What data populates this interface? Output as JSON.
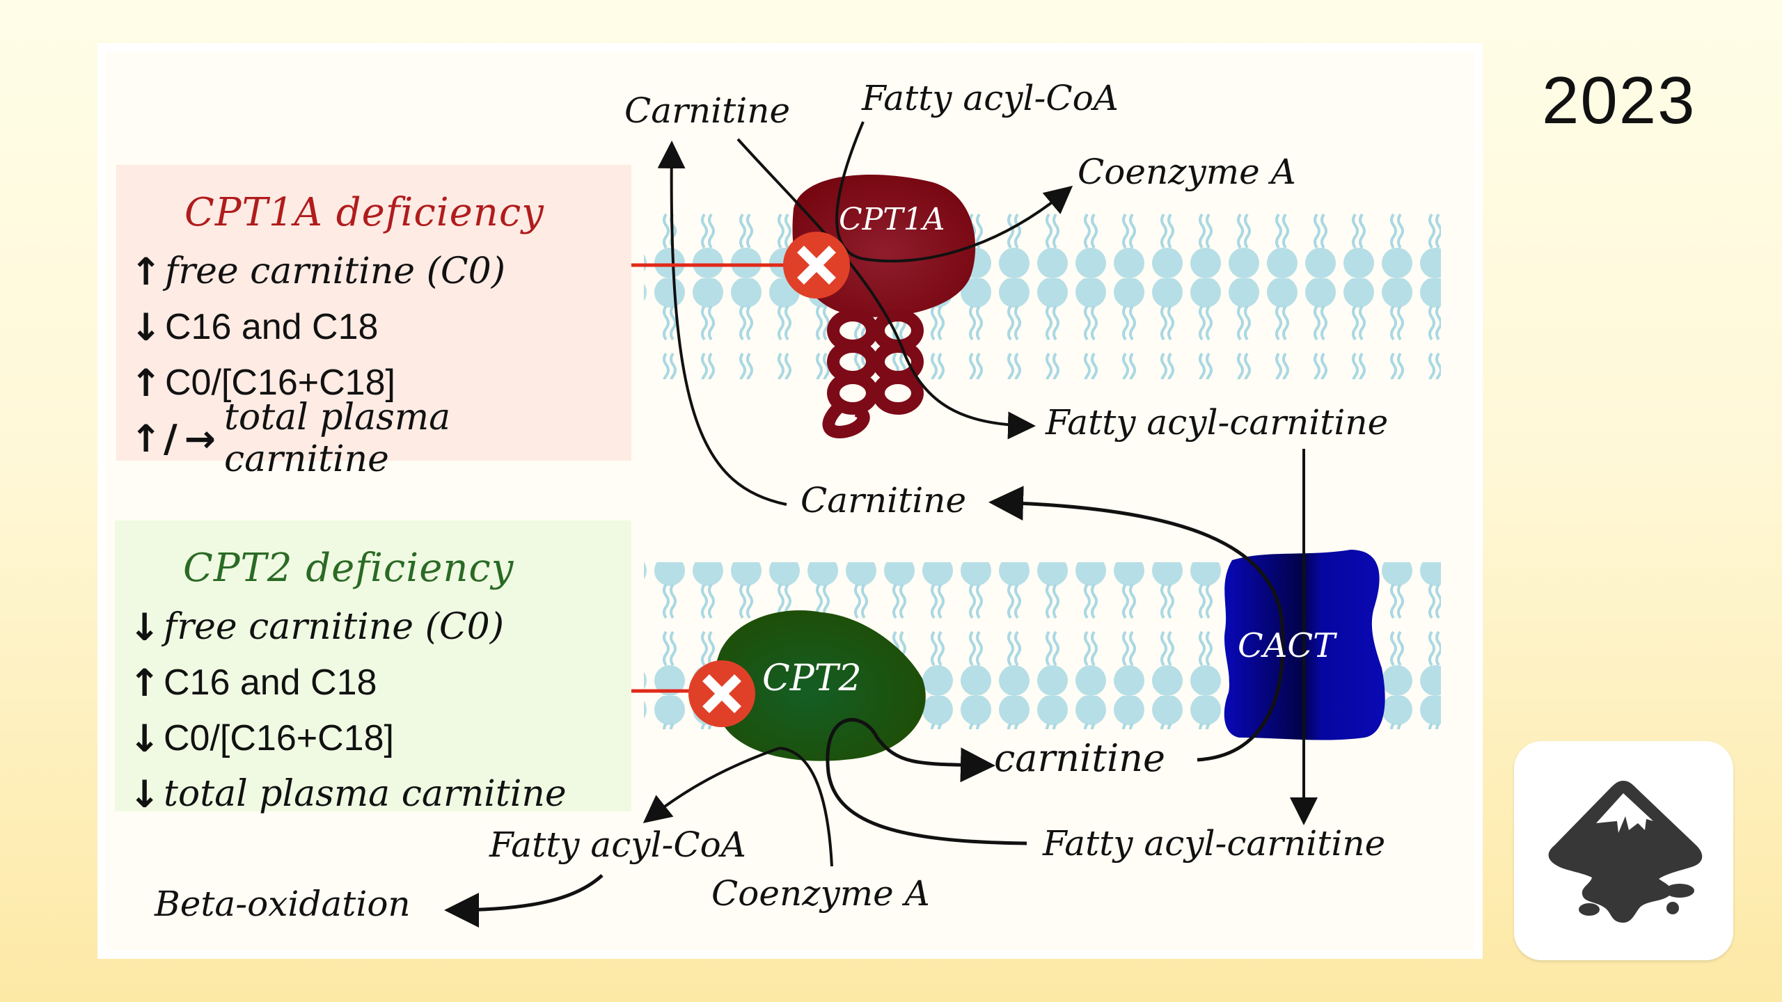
{
  "year": "2023",
  "colors": {
    "cpt1a_title": "#b01c1c",
    "cpt2_title": "#2a6a25",
    "cpt1a_enzyme": "#7d0a17",
    "cpt2_enzyme": "#1f5410",
    "cact_transporter": "#0a0ab0",
    "membrane": "#a9d8e3",
    "block_marker": "#e04028"
  },
  "panels": {
    "cpt1a": {
      "title": "CPT1A deficiency",
      "findings": [
        {
          "direction": "up",
          "arrow": "↑",
          "text": "free carnitine (C0)"
        },
        {
          "direction": "down",
          "arrow": "↓",
          "text": "C16 and C18"
        },
        {
          "direction": "up",
          "arrow": "↑",
          "text": "C0/[C16+C18]"
        },
        {
          "direction": "up-or-normal",
          "arrow": "↑",
          "separator": "/",
          "arrow2": "→",
          "text": "total plasma carnitine"
        }
      ]
    },
    "cpt2": {
      "title": "CPT2 deficiency",
      "findings": [
        {
          "direction": "down",
          "arrow": "↓",
          "text": "free carnitine (C0)"
        },
        {
          "direction": "up",
          "arrow": "↑",
          "text": "C16 and C18"
        },
        {
          "direction": "down",
          "arrow": "↓",
          "text": "C0/[C16+C18]"
        },
        {
          "direction": "down",
          "arrow": "↓",
          "text": "total plasma carnitine"
        }
      ]
    }
  },
  "enzymes": {
    "cpt1a": "CPT1A",
    "cpt2": "CPT2",
    "cact": "CACT"
  },
  "labels": {
    "top_carnitine": "Carnitine",
    "top_fatty_acyl_coa": "Fatty acyl-CoA",
    "top_coenzyme_a": "Coenzyme A",
    "mid_fatty_acyl_carnitine": "Fatty acyl-carnitine",
    "mid_carnitine": "Carnitine",
    "inner_carnitine": "carnitine",
    "bottom_fatty_acyl_coa": "Fatty acyl-CoA",
    "bottom_coenzyme_a": "Coenzyme A",
    "bottom_fatty_acyl_carnitine": "Fatty acyl-carnitine",
    "beta_oxidation": "Beta-oxidation"
  },
  "icons": {
    "pencil": "pencil-icon",
    "block": "x-mark-icon",
    "logo": "inkscape-logo-icon"
  }
}
